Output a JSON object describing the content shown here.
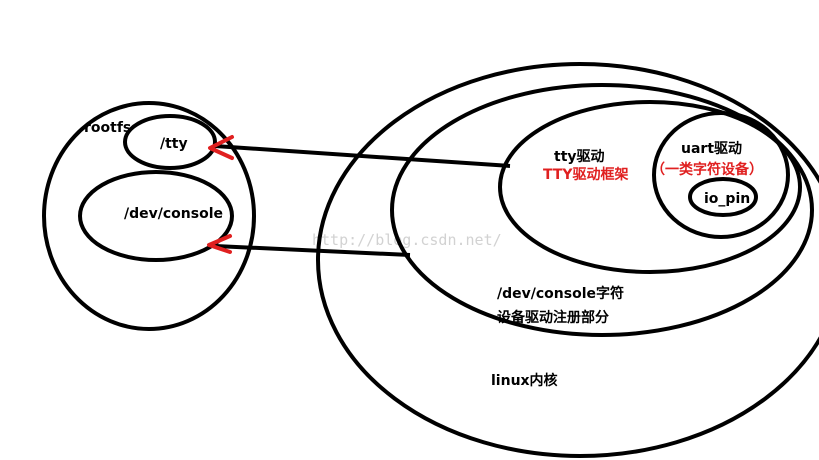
{
  "labels": {
    "rootfs": "rootfs",
    "tty_node": "/tty",
    "dev_console_node": "/dev/console",
    "tty_driver": "tty驱动",
    "tty_framework": "TTY驱动框架",
    "uart_driver": "uart驱动",
    "char_device_note": "（一类字符设备）",
    "io_pin": "io_pin",
    "console_char_line1": "/dev/console字符",
    "console_char_line2": "设备驱动注册部分",
    "linux_kernel": "linux内核"
  },
  "watermark": "http://blog.csdn.net/",
  "colors": {
    "stroke": "#000000",
    "arrow": "#e02020",
    "highlight_text": "#e02020",
    "watermark": "#d2d2d2"
  }
}
